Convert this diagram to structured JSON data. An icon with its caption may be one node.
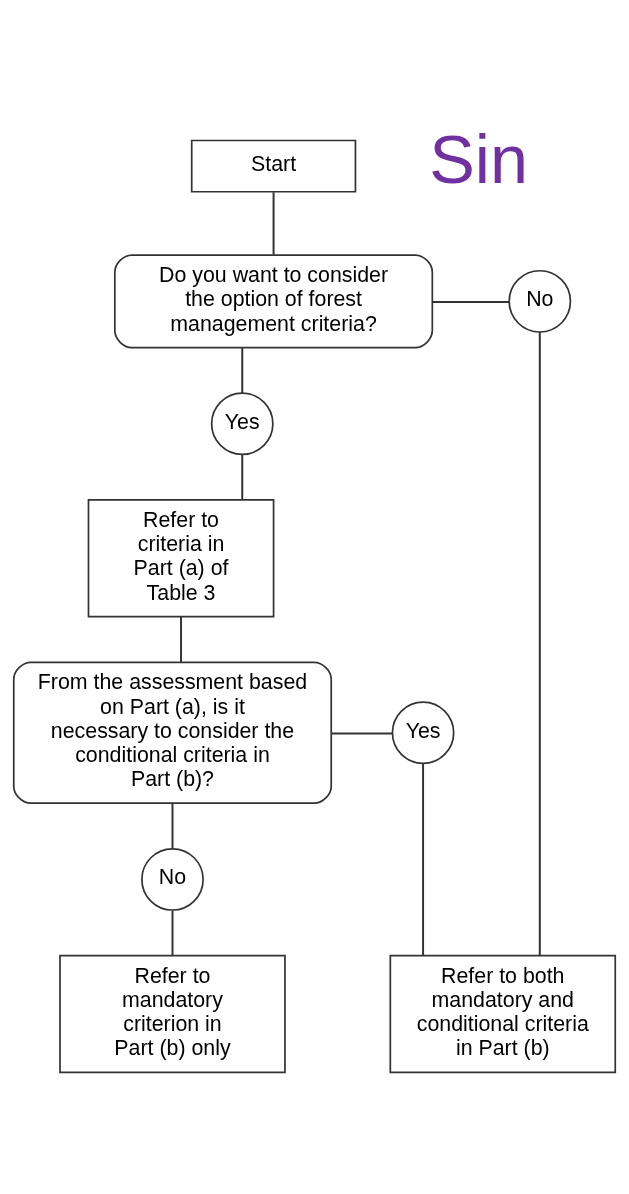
{
  "diagram": {
    "nodes": [
      {
        "text": [
          "Start"
        ]
      },
      {
        "text": [
          "Do you want to consider the option of forest management criteria?"
        ]
      },
      {
        "text": [
          "No"
        ]
      },
      {
        "text": [
          "Yes"
        ]
      },
      {
        "text": [
          "Refer to criteria in Part (a) of Table 3"
        ]
      },
      {
        "text": [
          "From the assessment based on Part (a), is it necessary to consider the conditional criteria in Part (b)?"
        ]
      },
      {
        "text": [
          "Yes"
        ]
      },
      {
        "text": [
          "No"
        ]
      },
      {
        "text": [
          "Refer to mandatory criterion in Part (b) only"
        ]
      },
      {
        "text": [
          "Refer to both mandatory and conditional criteria in Part (b)"
        ]
      }
    ],
    "edges": [
      {
        "from": 0,
        "to": 1,
        "arrow": "none"
      },
      {
        "from": 1,
        "to": 2,
        "arrow": "none"
      },
      {
        "from": 1,
        "to": 3,
        "arrow": "none"
      },
      {
        "from": 3,
        "to": 4,
        "arrow": "none"
      },
      {
        "from": 4,
        "to": 5,
        "arrow": "none"
      },
      {
        "from": 5,
        "to": 6,
        "arrow": "none"
      },
      {
        "from": 5,
        "to": 7,
        "arrow": "none"
      },
      {
        "from": 7,
        "to": 8,
        "arrow": "none"
      },
      {
        "from": 6,
        "to": 9,
        "arrow": "none"
      },
      {
        "from": 2,
        "to": 9,
        "arrow": "none"
      }
    ],
    "labels": [
      "Sin"
    ]
  }
}
